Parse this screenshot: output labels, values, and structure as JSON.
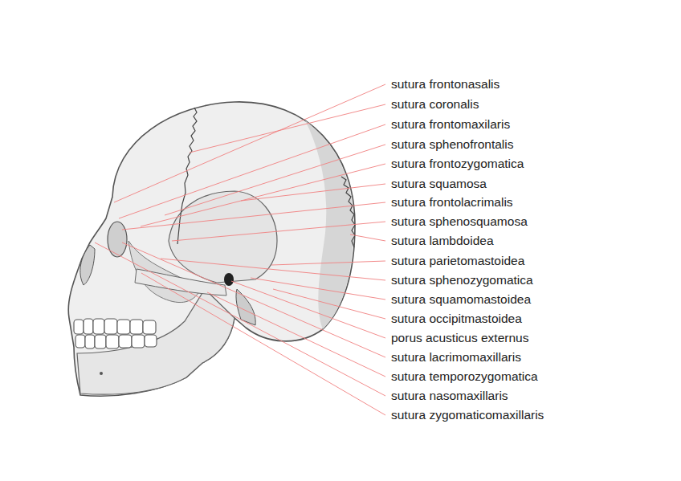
{
  "diagram": {
    "labels": [
      "sutura frontonasalis",
      "sutura coronalis",
      "sutura frontomaxilaris",
      "sutura sphenofrontalis",
      "sutura frontozygomatica",
      "sutura squamosa",
      "sutura frontolacrimalis",
      "sutura sphenosquamosa",
      "sutura lambdoidea",
      "sutura parietomastoidea",
      "sutura sphenozygomatica",
      "sutura squamomastoidea",
      "sutura occipitmastoidea",
      "porus acusticus externus",
      "sutura lacrimomaxillaris",
      "sutura temporozygomatica",
      "sutura nasomaxillaris",
      "sutura zygomaticomaxillaris"
    ]
  }
}
